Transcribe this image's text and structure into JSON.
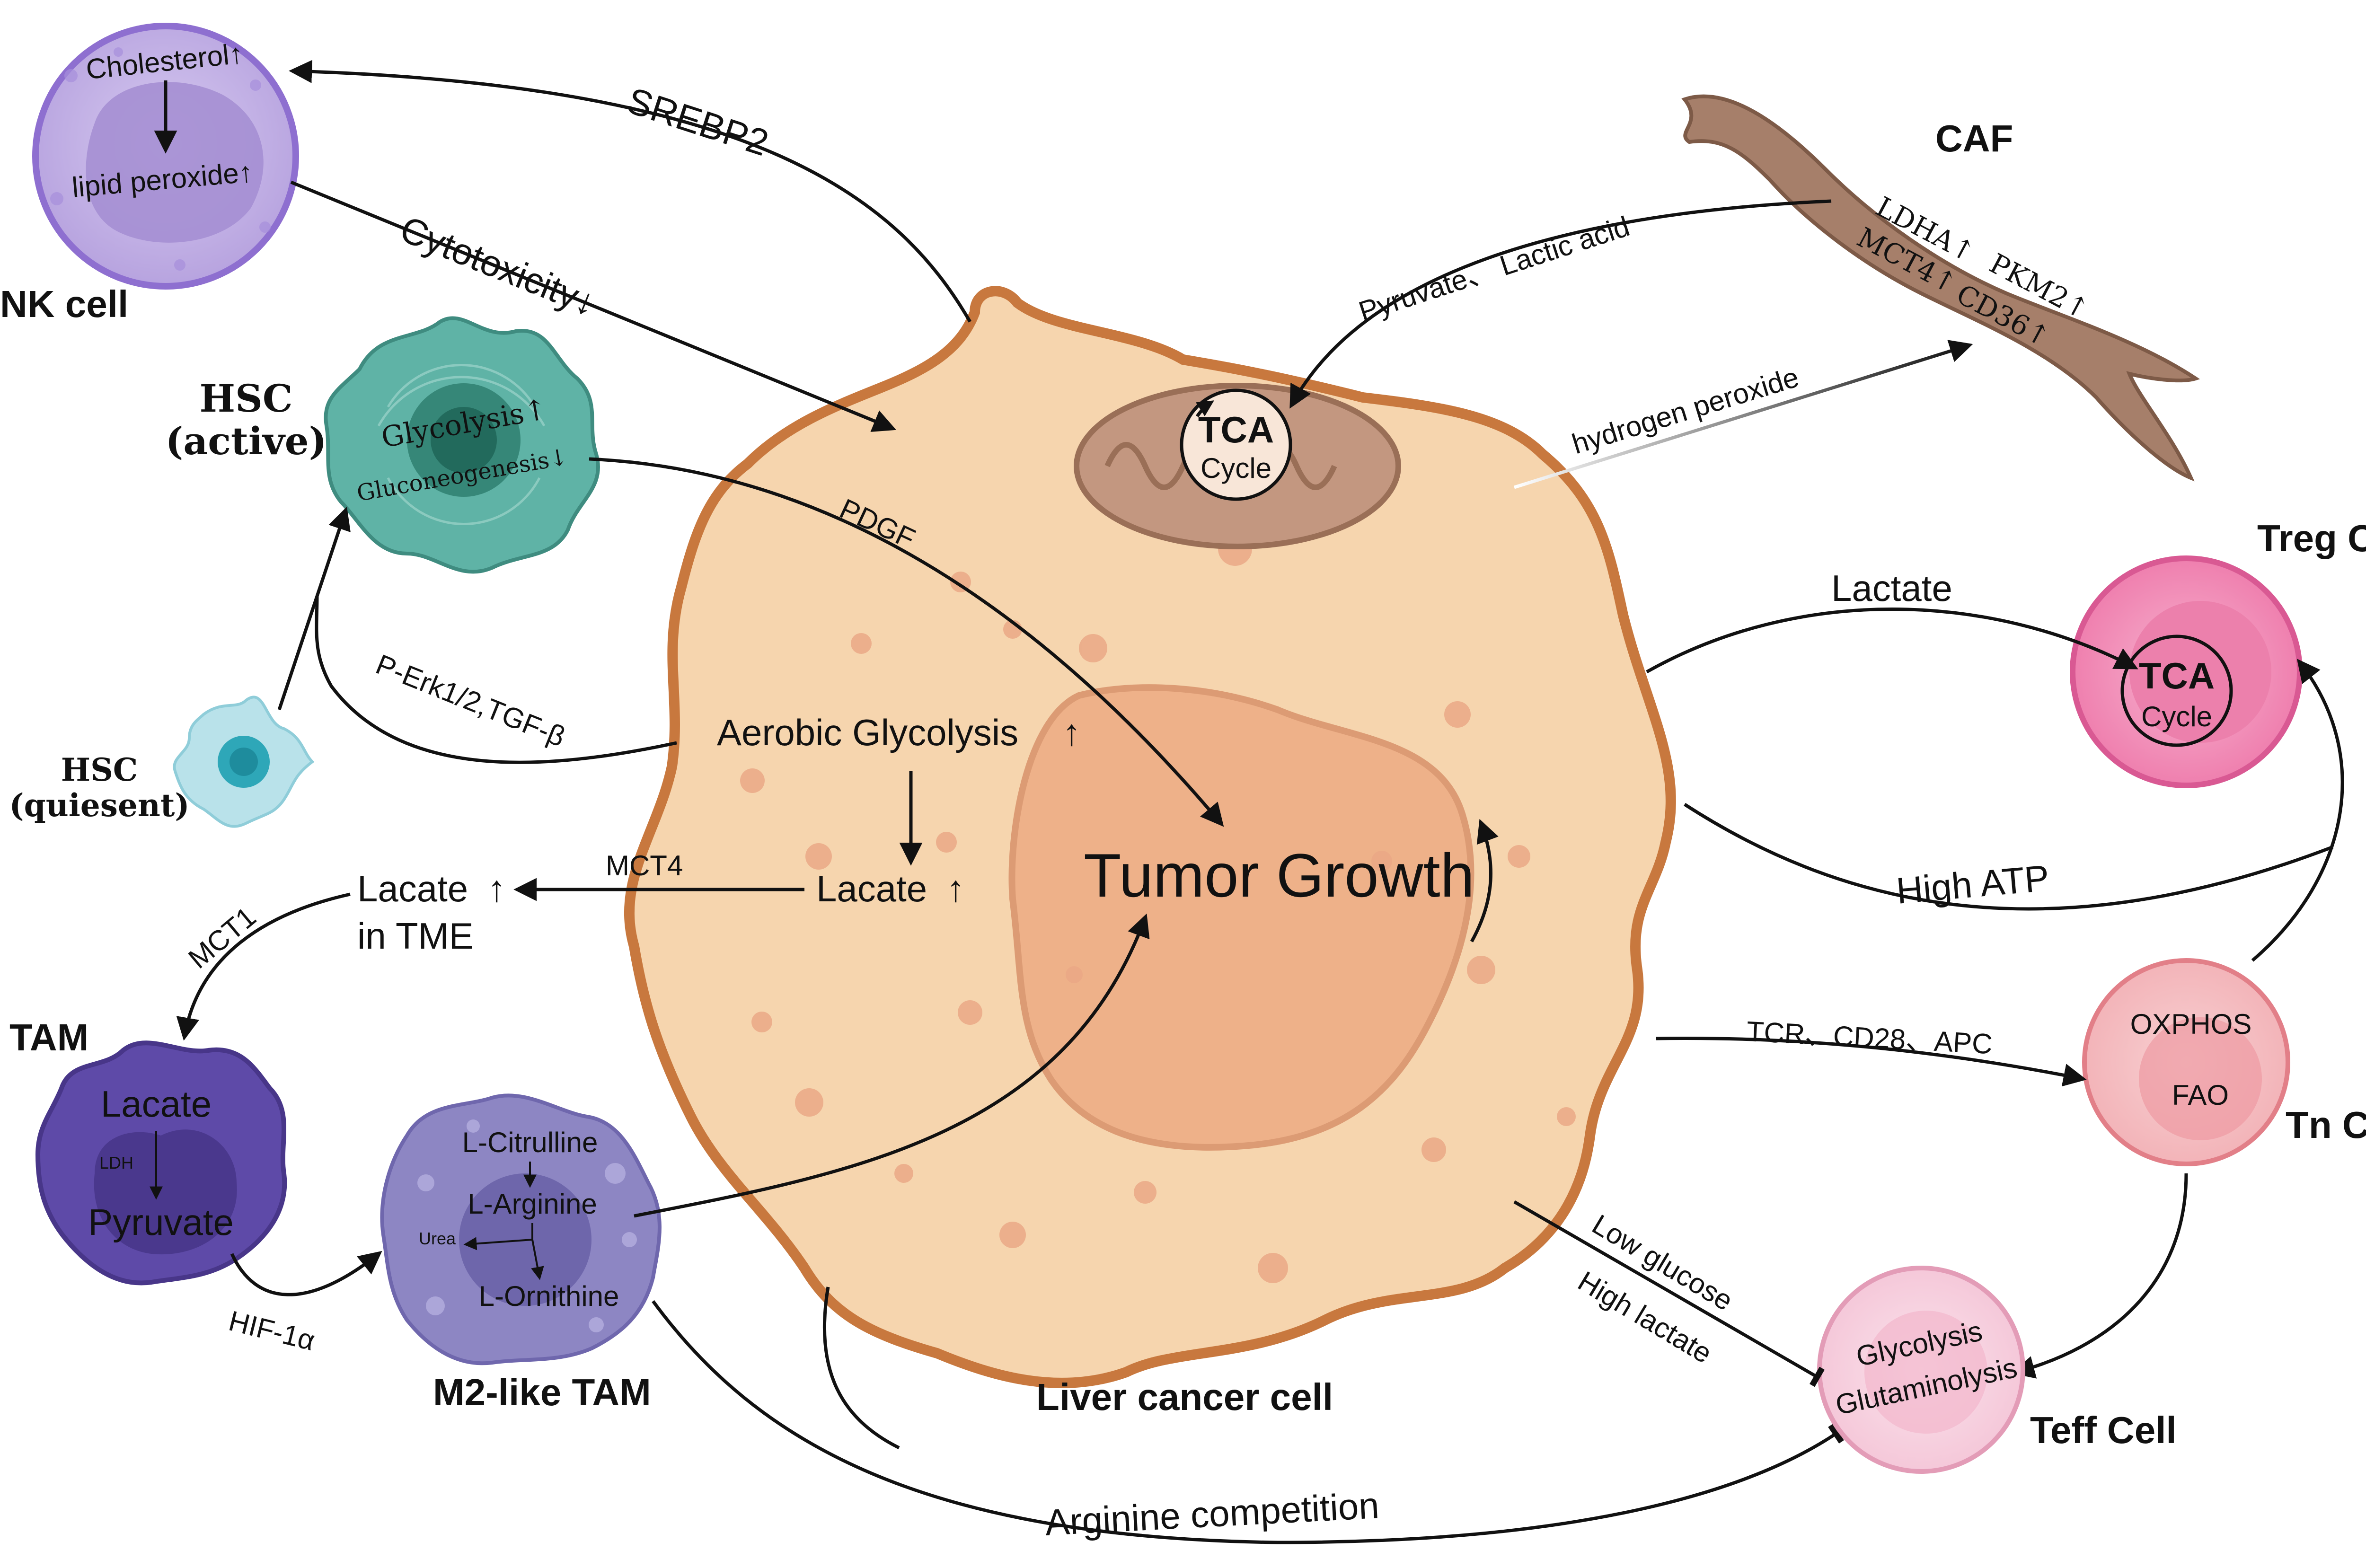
{
  "center": {
    "cell_label": "Liver cancer cell",
    "tumor_growth": "Tumor Growth",
    "aerobic_glycolysis": "Aerobic Glycolysis",
    "lacate_inner": "Lacate",
    "mito_tca_1": "TCA",
    "mito_tca_2": "Cycle",
    "pdgf": "PDGF",
    "mct4": "MCT4",
    "up_arrow": "↑"
  },
  "nk": {
    "label": "NK cell",
    "cholesterol": "Cholesterol↑",
    "lipid": "lipid peroxide↑",
    "srebp2": "SREBP2",
    "cytotoxicity": "Cytotoxicity↓"
  },
  "hsc_active": {
    "label_1": "HSC",
    "label_2": "(active)",
    "glycolysis": "Glycolysis↑",
    "gluconeo": "Gluconeogenesis↓"
  },
  "hsc_quiescent": {
    "label_1": "HSC",
    "label_2": "(quiesent)",
    "signal": "P-Erk1/2,TGF-β"
  },
  "tme": {
    "line1": "Lacate",
    "line2": "in TME",
    "mct1": "MCT1"
  },
  "tam": {
    "label": "TAM",
    "lacate": "Lacate",
    "ldh": "LDH",
    "pyruvate": "Pyruvate",
    "hif": "HIF-1α"
  },
  "m2": {
    "label": "M2-like TAM",
    "citrulline": "L-Citrulline",
    "arginine": "L-Arginine",
    "urea": "Urea",
    "ornithine": "L-Ornithine",
    "competition": "Arginine competition"
  },
  "caf": {
    "label": "CAF",
    "ldha": "LDHA↑",
    "pkm2": "PKM2↑",
    "mct4": "MCT4↑",
    "cd36": "CD36↑",
    "pyruvate_lactic": "Pyruvate、 Lactic acid",
    "h2o2": "hydrogen peroxide"
  },
  "treg": {
    "label": "Treg Cell",
    "tca_1": "TCA",
    "tca_2": "Cycle",
    "lactate": "Lactate",
    "high_atp": "High ATP"
  },
  "tn": {
    "label": "Tn Cell",
    "oxphos": "OXPHOS",
    "fao": "FAO",
    "tcr": "TCR、CD28、APC"
  },
  "teff": {
    "label": "Teff Cell",
    "glycolysis": "Glycolysis",
    "glutaminolysis": "Glutaminolysis",
    "low_glucose": "Low glucose",
    "high_lactate": "High lactate"
  },
  "colors": {
    "cancer_fill": "#f6d5ae",
    "cancer_stroke": "#c8783e",
    "nucleus_fill": "#eeb189",
    "mito_fill": "#c39780",
    "nk_fill": "#c6b6e6",
    "hsc_fill": "#5fb3a6",
    "caf_fill": "#a67f6a",
    "treg_fill": "#f293b9",
    "tn_fill": "#f6c1c4",
    "teff_fill": "#f7d2e0",
    "tam_fill": "#5e4aa8",
    "m2_fill": "#8d86c3"
  }
}
